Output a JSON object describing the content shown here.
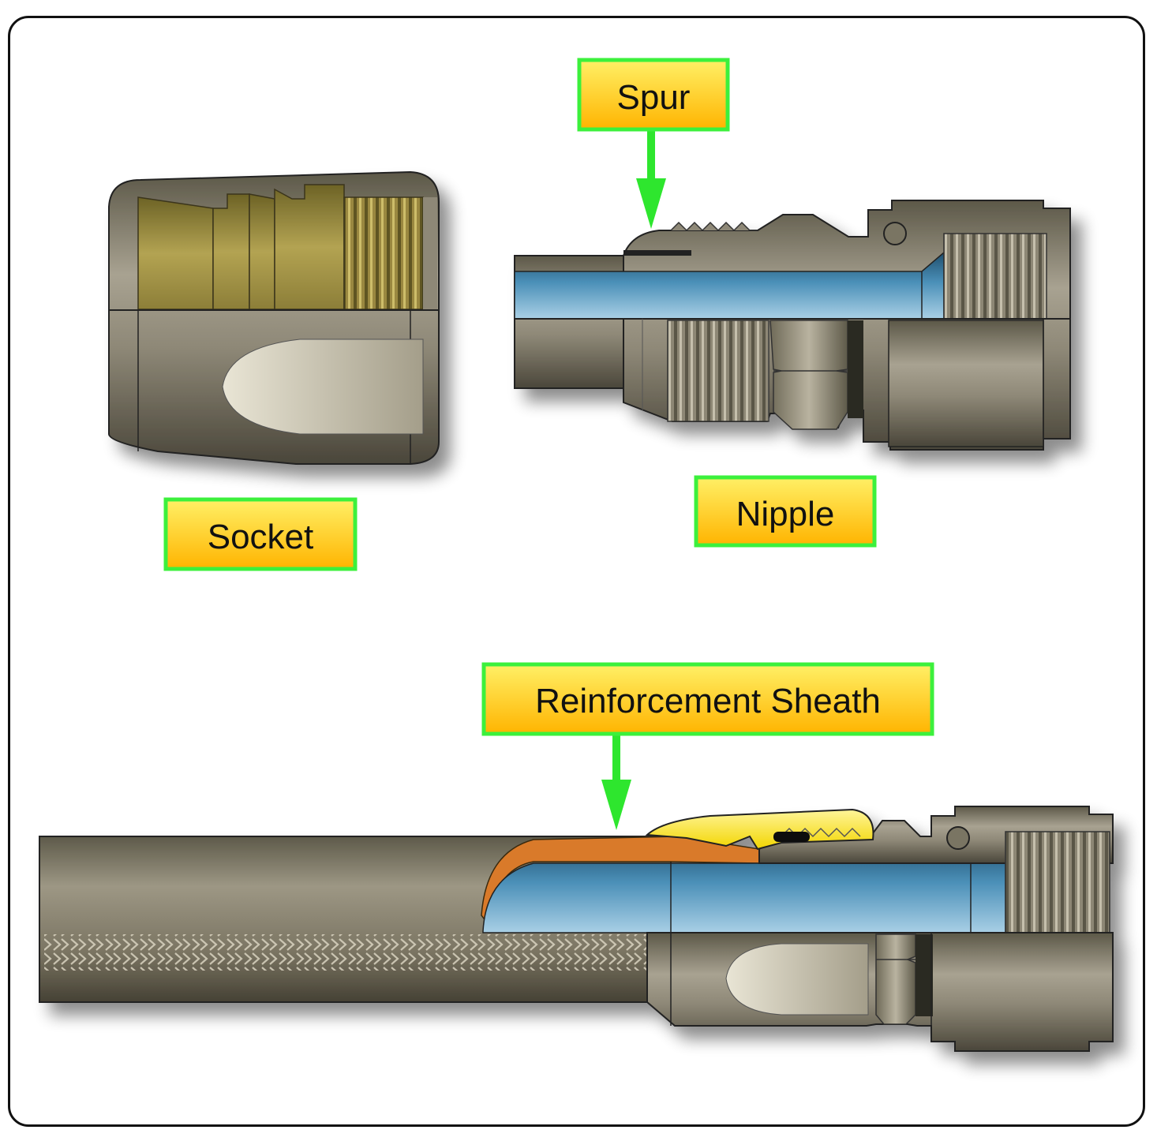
{
  "labels": {
    "spur": "Spur",
    "socket": "Socket",
    "nipple": "Nipple",
    "sheath": "Reinforcement Sheath"
  },
  "colors": {
    "label_fill_top": "#fff066",
    "label_fill_bottom": "#ffb400",
    "label_border": "#3cf03c",
    "arrow": "#2ee62e",
    "metal": "#8c8573",
    "brass": "#9a8840",
    "hose_blue": "#3a7fa8",
    "sheath_yellow": "#ffe800",
    "sheath_orange": "#d97a2a"
  }
}
